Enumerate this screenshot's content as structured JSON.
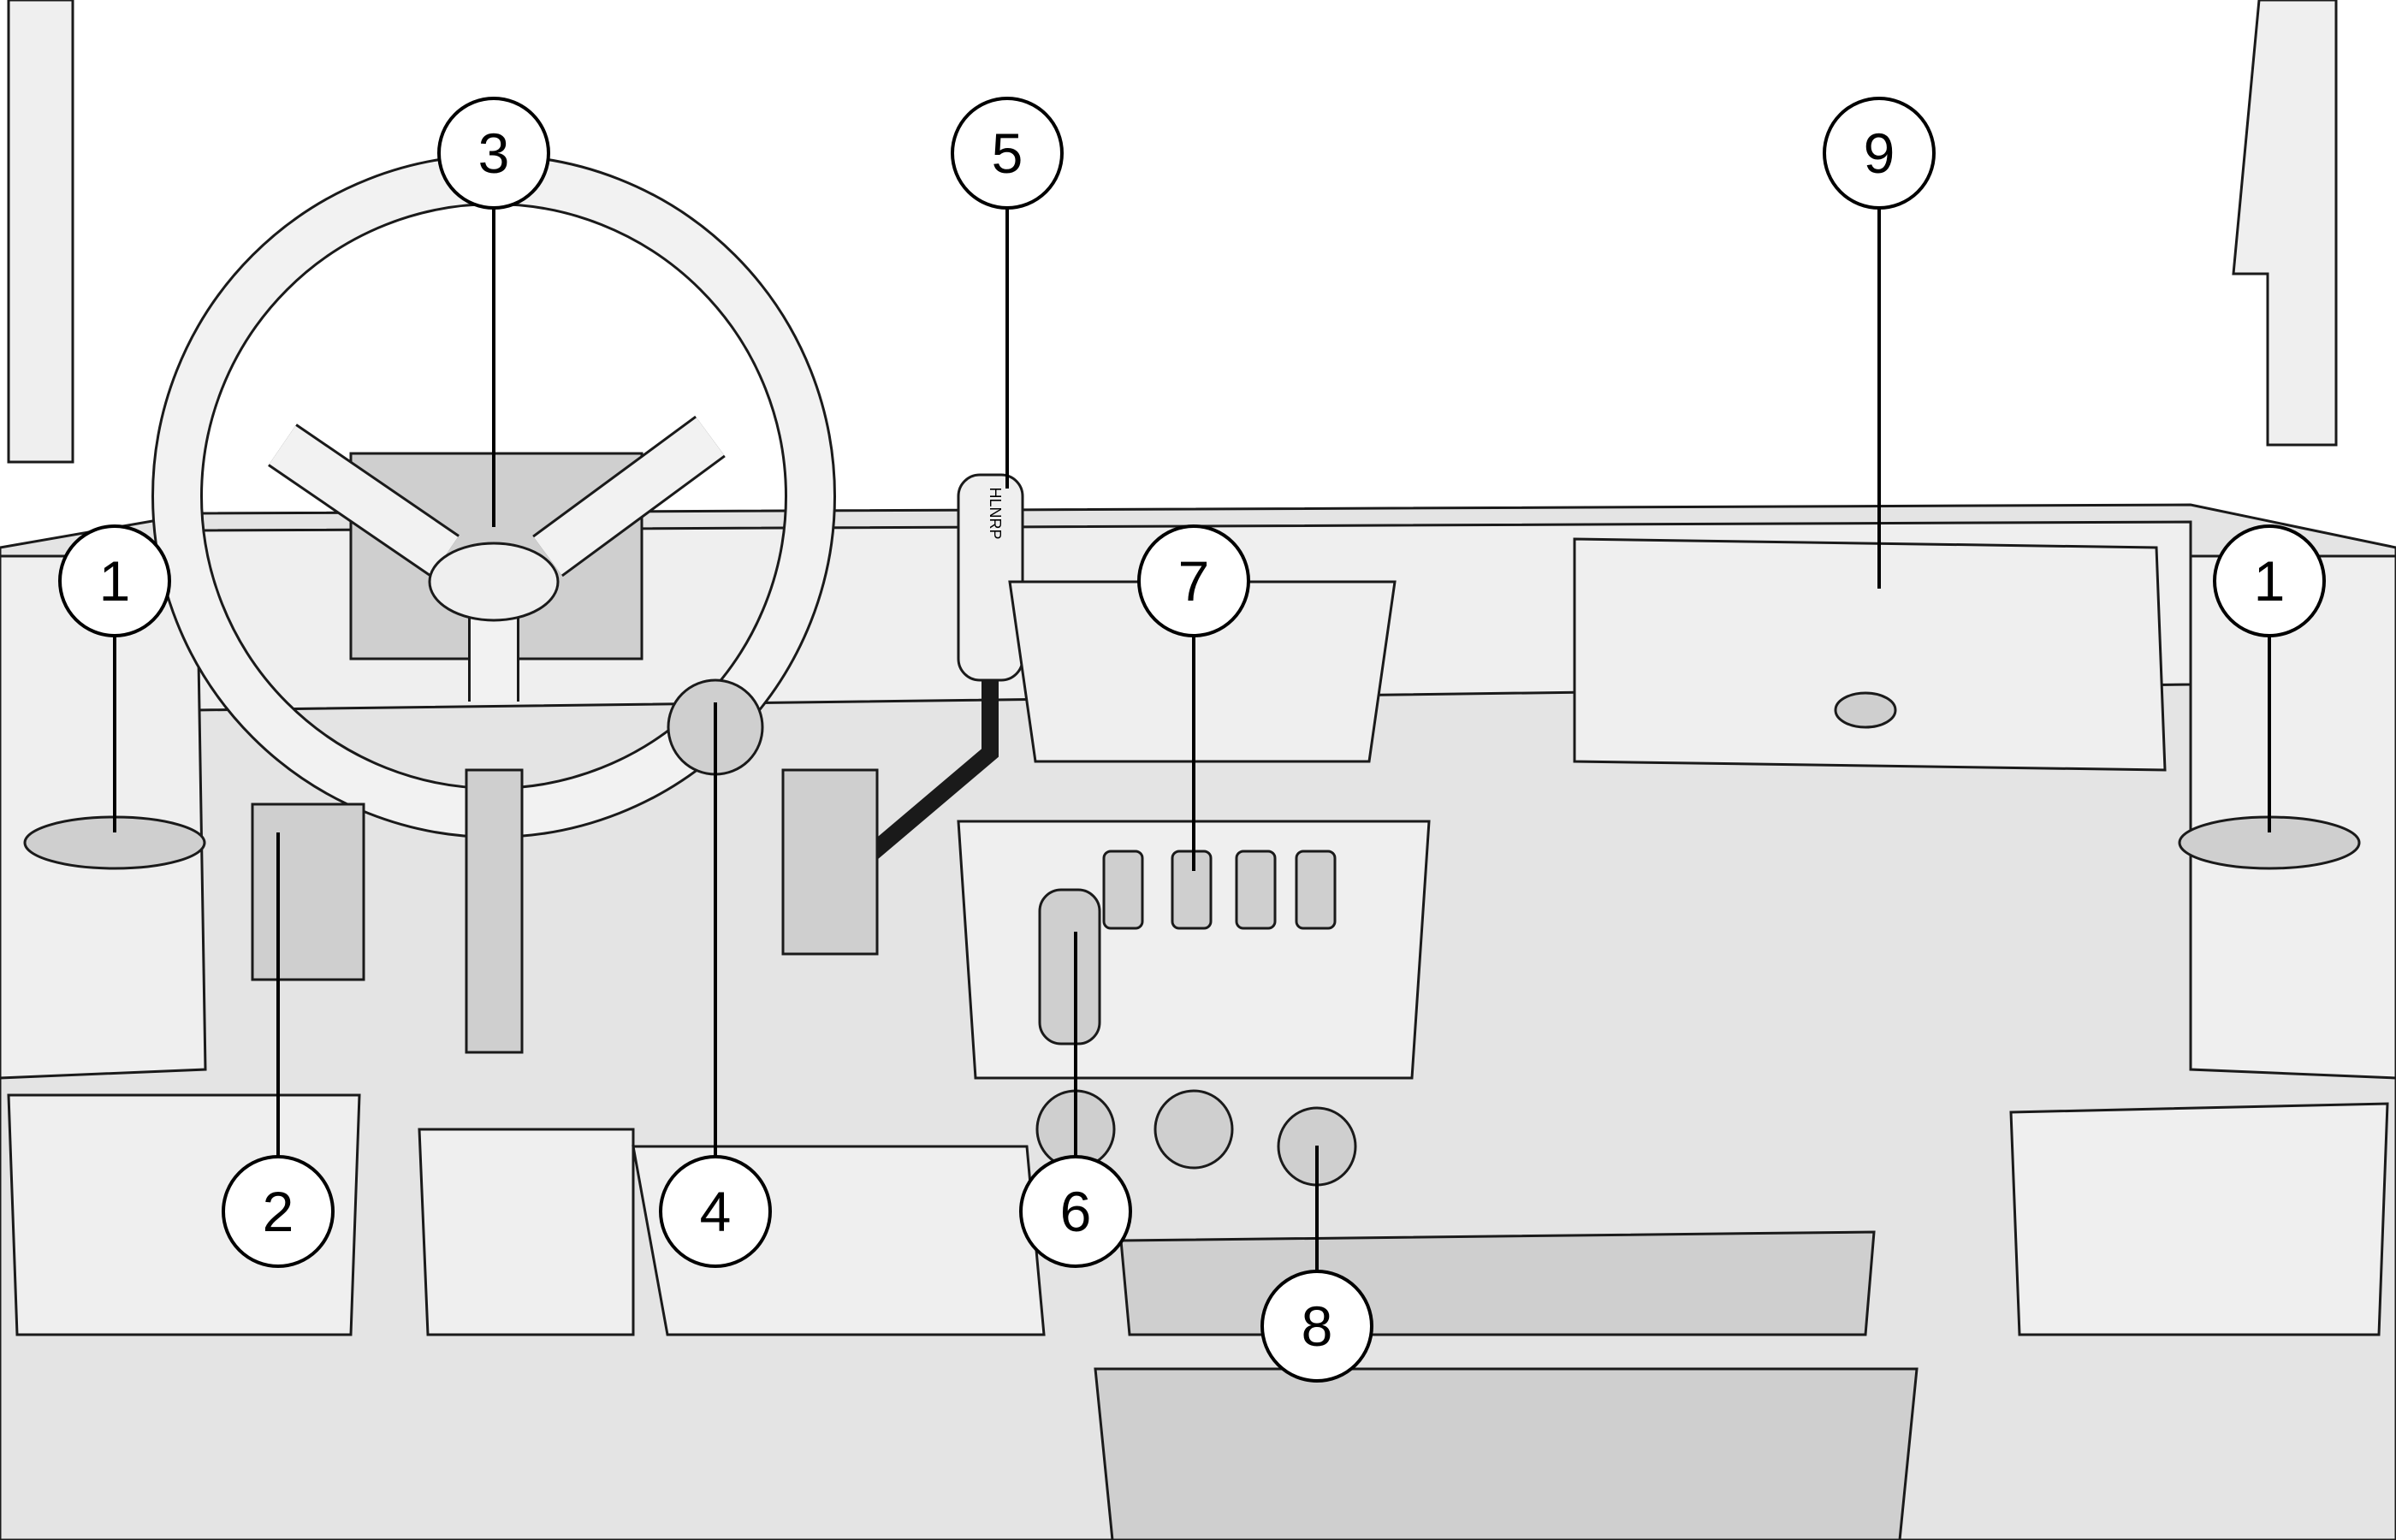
{
  "figure": {
    "callouts": [
      {
        "id": "c1-left",
        "label": "1",
        "part": "cup-holder-left"
      },
      {
        "id": "c1-right",
        "label": "1",
        "part": "cup-holder-right"
      },
      {
        "id": "c2",
        "label": "2",
        "part": "switch-panel"
      },
      {
        "id": "c3",
        "label": "3",
        "part": "instrument-cluster"
      },
      {
        "id": "c4",
        "label": "4",
        "part": "ignition-key"
      },
      {
        "id": "c5",
        "label": "5",
        "part": "gear-selector"
      },
      {
        "id": "c6",
        "label": "6",
        "part": "parking-brake"
      },
      {
        "id": "c7",
        "label": "7",
        "part": "rocker-switches"
      },
      {
        "id": "c8",
        "label": "8",
        "part": "power-outlet"
      },
      {
        "id": "c9",
        "label": "9",
        "part": "glove-box"
      }
    ],
    "shifter_label": "HLNRP"
  }
}
